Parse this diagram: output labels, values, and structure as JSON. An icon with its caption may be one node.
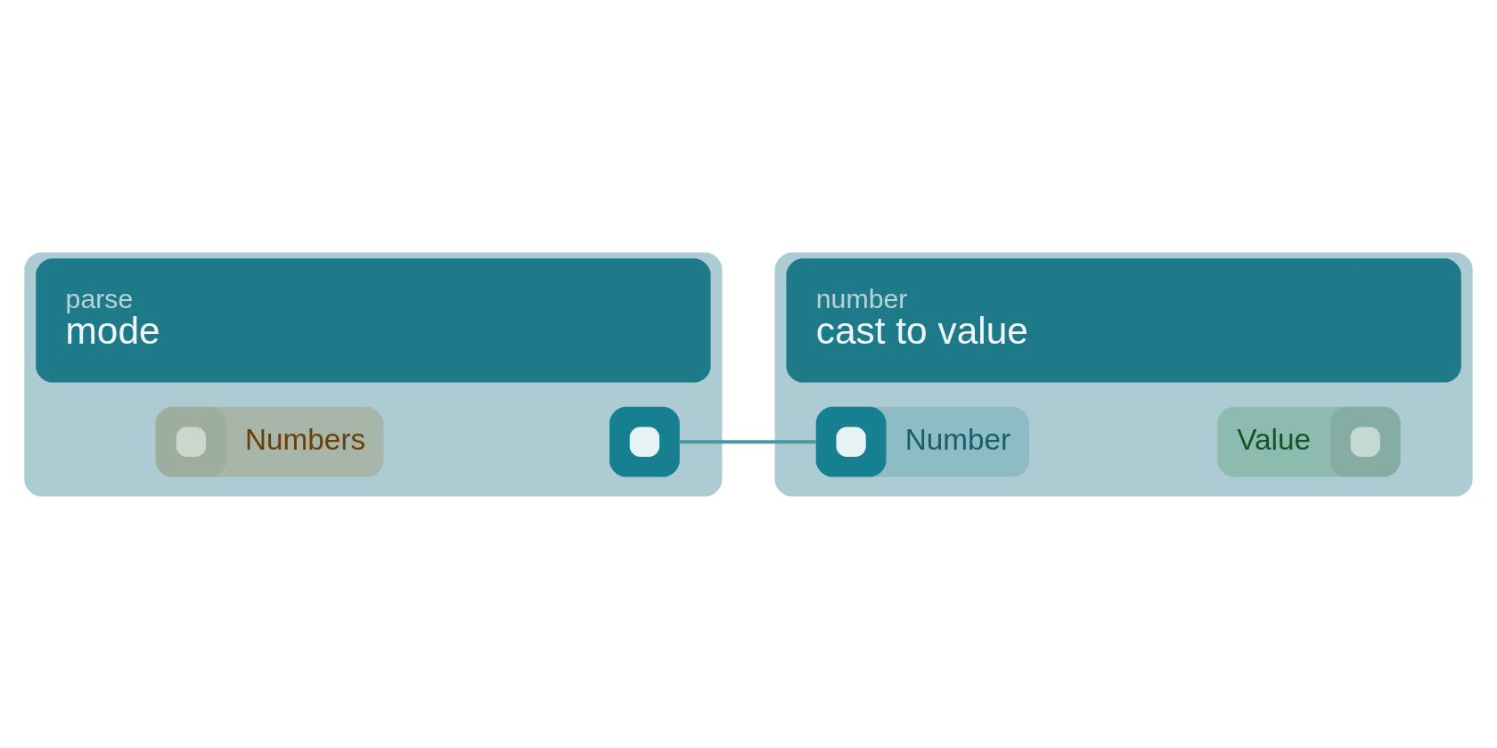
{
  "diagram": {
    "nodes": [
      {
        "text": [
          "parse",
          "mode"
        ]
      },
      {
        "text": [
          "Numbers"
        ],
        "in": 0
      },
      {
        "text": [],
        "shape": "box",
        "in": 0
      },
      {
        "text": [
          "number",
          "cast to value"
        ]
      },
      {
        "text": [
          "Number"
        ],
        "in": 3
      },
      {
        "text": [
          "Value"
        ],
        "in": 3
      }
    ],
    "edges": [
      {
        "from": 2,
        "to": 4,
        "arrow": "none"
      }
    ]
  }
}
